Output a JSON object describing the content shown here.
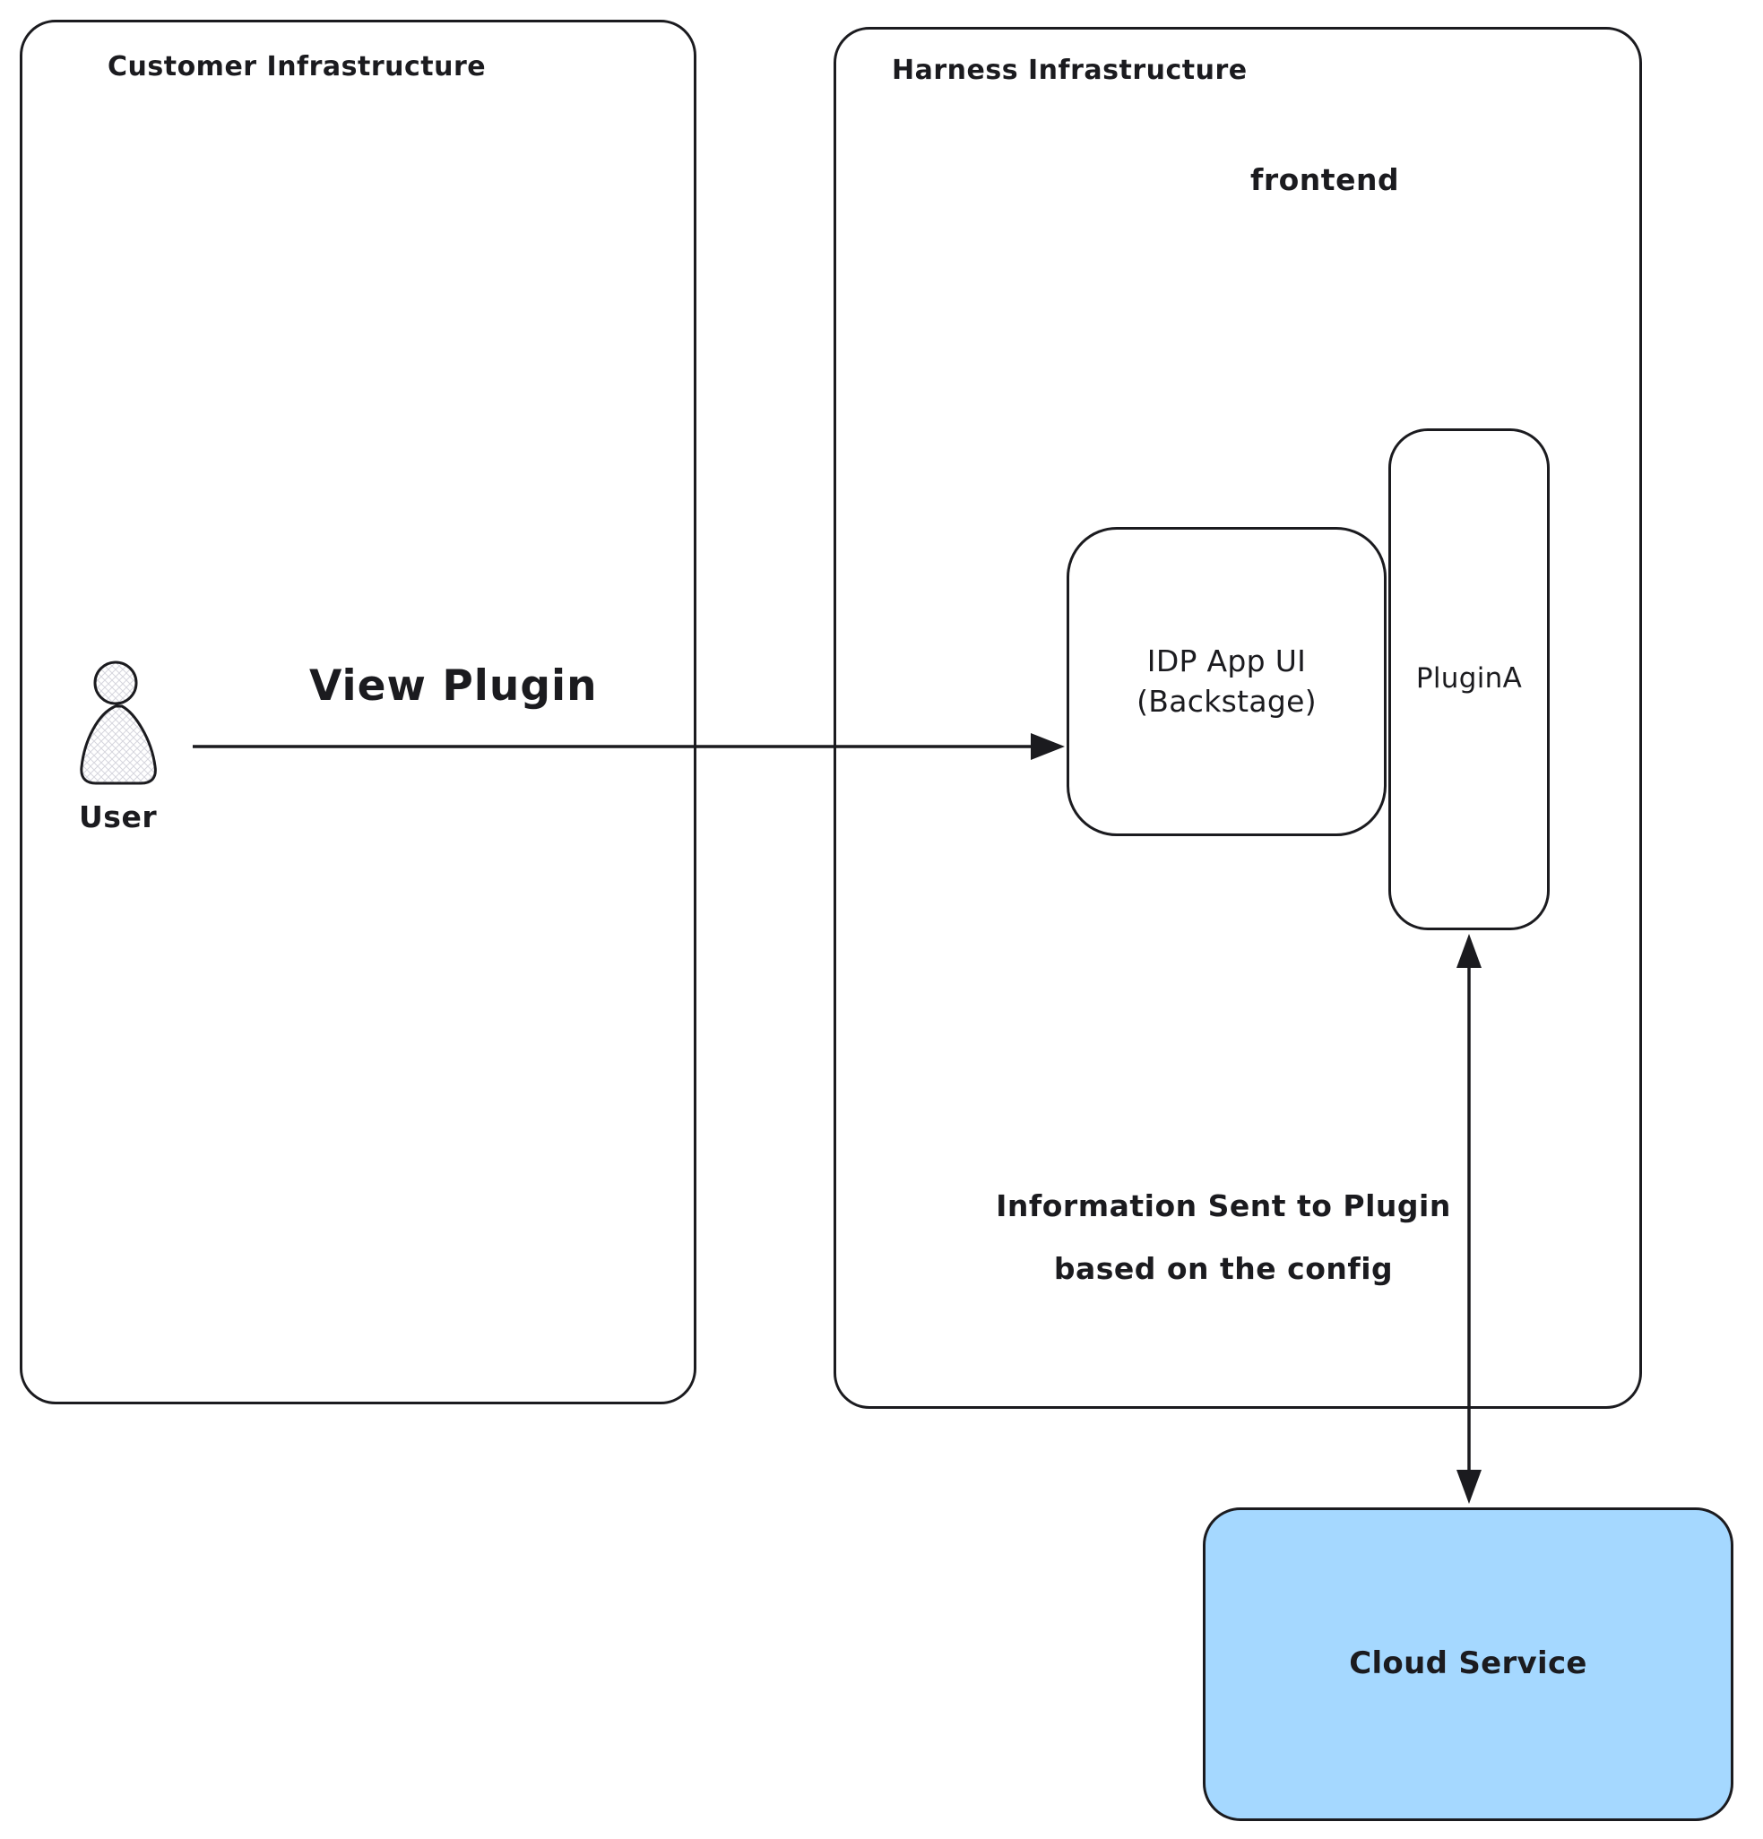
{
  "diagram": {
    "customer_box": {
      "title": "Customer Infrastructure"
    },
    "harness_box": {
      "title": "Harness Infrastructure",
      "frontend_label": "frontend"
    },
    "user": {
      "label": "User"
    },
    "idp_box": {
      "line1": "IDP App UI",
      "line2": "(Backstage)"
    },
    "plugin_box": {
      "label": "PluginA"
    },
    "cloud_box": {
      "label": "Cloud Service",
      "fill": "#a5d8ff"
    },
    "edges": {
      "view_plugin": {
        "label": "View Plugin"
      },
      "info_to_plugin": {
        "label_line1": "Information Sent to Plugin",
        "label_line2": "based on the config"
      }
    },
    "colors": {
      "stroke": "#1b1b1f"
    }
  }
}
